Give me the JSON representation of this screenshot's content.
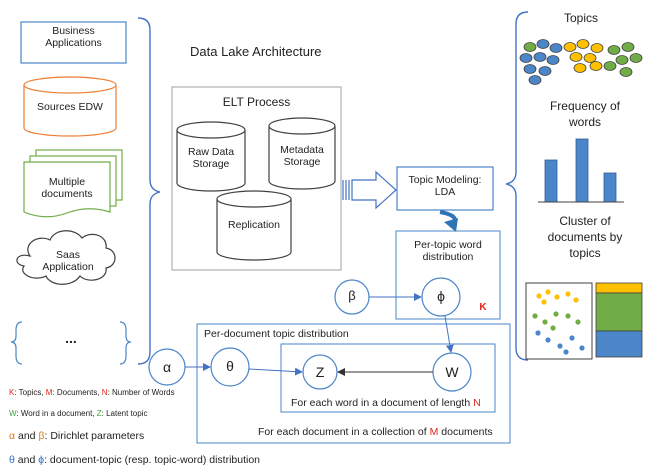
{
  "sources": {
    "business_applications": "Business\nApplications",
    "sources_edw": "Sources EDW",
    "multiple_documents": "Multiple\ndocuments",
    "saas_application": "Saas\nApplication",
    "ellipsis": "..."
  },
  "architecture_title": "Data Lake Architecture",
  "elt": {
    "title": "ELT Process",
    "raw_storage": "Raw Data\nStorage",
    "metadata_storage": "Metadata\nStorage",
    "replication": "Replication"
  },
  "topic_modeling": "Topic Modeling:\nLDA",
  "per_topic": "Per-topic word\ndistribution",
  "symbols": {
    "beta": "β",
    "phi": "ϕ",
    "alpha": "α",
    "theta": "θ",
    "z": "Z",
    "w": "W",
    "k": "K"
  },
  "plates": {
    "per_document": "Per-document topic distribution",
    "word_prefix": "For each word in a document of length ",
    "word_n": "N",
    "doc_prefix": "For each document in a collection of ",
    "doc_m": "M",
    "doc_suffix": " documents"
  },
  "outputs": {
    "topics": "Topics",
    "frequency": "Frequency of\nwords",
    "cluster": "Cluster of\ndocuments by\ntopics"
  },
  "legend": {
    "k": "K",
    "k_text": ": Topics, ",
    "m": "M",
    "m_text": ": Documents, ",
    "n": "N",
    "n_text": ": Number of Words",
    "w": "W",
    "w_text": ": Word in a document, ",
    "z": "Z",
    "z_text": ": Latent topic",
    "alpha": "α",
    "and1": " and ",
    "beta": "β",
    "dirichlet": ": Dirichlet parameters",
    "theta": "θ",
    "and2": " and ",
    "phi": "ϕ",
    "dist": ":  document-topic (resp. topic-word) distribution"
  },
  "colors": {
    "blue": "#4a86c8",
    "orange": "#ed7d31",
    "green": "#70ad47",
    "yellow": "#ffc000",
    "dark": "#404040"
  }
}
